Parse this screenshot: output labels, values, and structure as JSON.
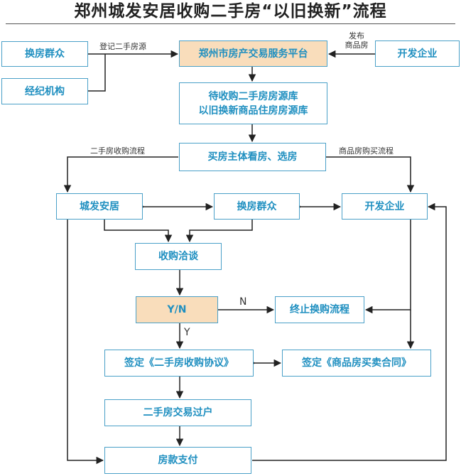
{
  "title": "郑州城发安居收购二手房“以旧换新”流程",
  "nodes": {
    "exchange_public_top": "换房群众",
    "agency": "经纪机构",
    "platform": "郑州市房产交易服务平台",
    "developer_top": "开发企业",
    "pool_line1": "待收购二手房房源库",
    "pool_line2": "以旧换新商品住房房源库",
    "buyer_view": "买房主体看房、选房",
    "chengfa": "城发安居",
    "exchange_public_mid": "换房群众",
    "developer_mid": "开发企业",
    "negotiation": "收购洽谈",
    "decision": "Y/N",
    "terminate": "终止换购流程",
    "sign_secondhand": "签定《二手房收购协议》",
    "sign_commercial": "签定《商品房买卖合同》",
    "transfer": "二手房交易过户",
    "payment": "房款支付"
  },
  "labels": {
    "register": "登记二手房源",
    "publish_line1": "发布",
    "publish_line2": "商品房",
    "secondhand_flow": "二手房收购流程",
    "commercial_flow": "商品房购买流程",
    "no": "N",
    "yes": "Y"
  },
  "colors": {
    "box_border": "#4aa0c8",
    "box_text": "#1f8fc0",
    "highlight_fill": "#f9ddbb",
    "line": "#222222"
  }
}
